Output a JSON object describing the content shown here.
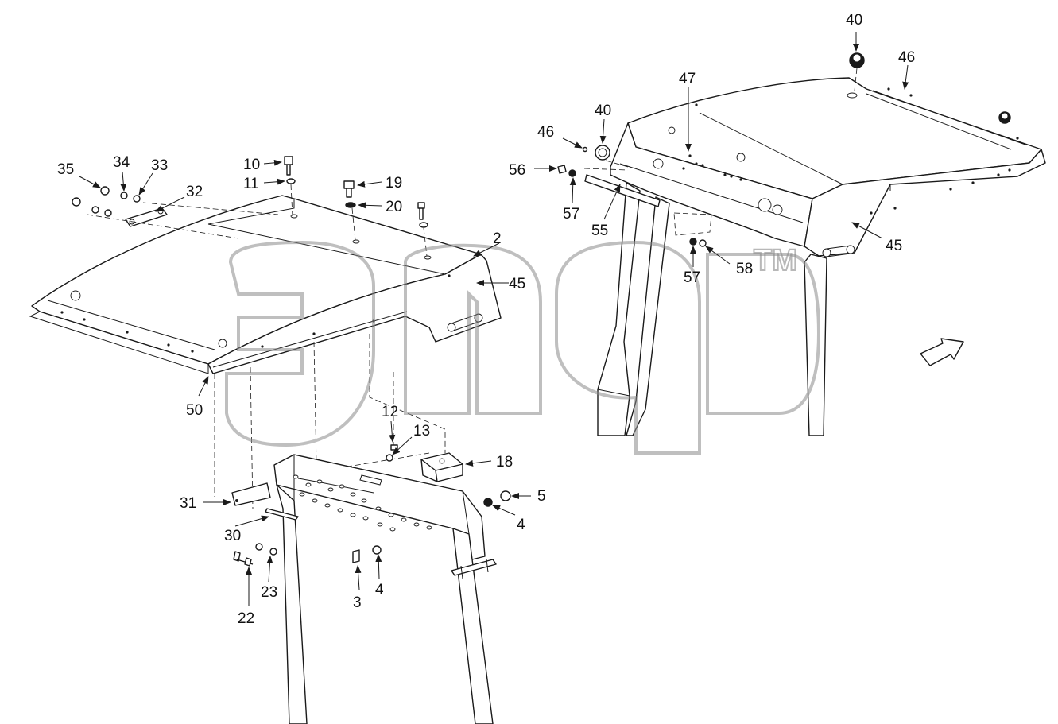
{
  "watermark": {
    "trademark": "TM"
  },
  "corner_mark": "",
  "callouts": {
    "c2": "2",
    "c3": "3",
    "c4a": "4",
    "c4b": "4",
    "c5": "5",
    "c10": "10",
    "c11": "11",
    "c12": "12",
    "c13": "13",
    "c18": "18",
    "c19": "19",
    "c20": "20",
    "c22": "22",
    "c23": "23",
    "c30": "30",
    "c31": "31",
    "c32": "32",
    "c33": "33",
    "c34": "34",
    "c35": "35",
    "c40a": "40",
    "c40b": "40",
    "c45a": "45",
    "c45b": "45",
    "c46a": "46",
    "c46b": "46",
    "c47": "47",
    "c50": "50",
    "c55": "55",
    "c56": "56",
    "c57a": "57",
    "c57b": "57",
    "c58": "58"
  },
  "colors": {
    "line": "#1a1a1a",
    "watermark": "#8a8a8a",
    "background": "#ffffff"
  }
}
